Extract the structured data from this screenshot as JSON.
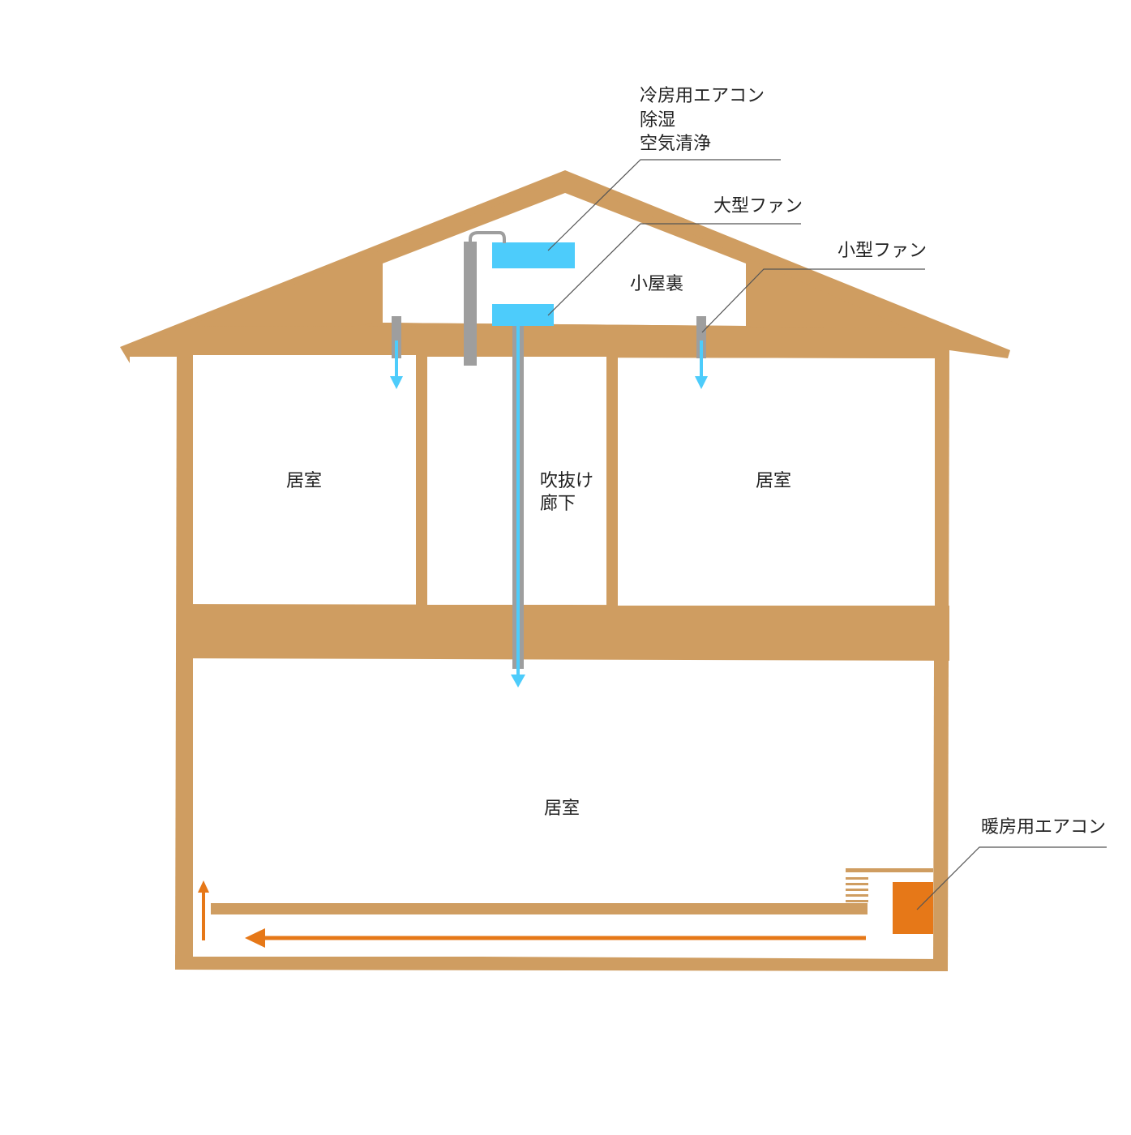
{
  "colors": {
    "wood": "#CF9D61",
    "cool_air": "#4DCCFB",
    "warm_air": "#E67818",
    "duct": "#9E9E9E",
    "background": "#FFFFFF"
  },
  "labels": {
    "cooling_ac_line1": "冷房用エアコン",
    "cooling_ac_line2": "除湿",
    "cooling_ac_line3": "空気清浄",
    "large_fan": "大型ファン",
    "small_fan": "小型ファン",
    "attic": "小屋裏",
    "room_upper_left": "居室",
    "atrium_line1": "吹抜け",
    "atrium_line2": "廊下",
    "room_upper_right": "居室",
    "room_lower": "居室",
    "heating_ac": "暖房用エアコン"
  },
  "icons": {
    "cooling_unit": "cooling-ac-icon",
    "large_fan_unit": "large-fan-icon",
    "small_fan_units": "small-fan-icon",
    "heating_unit": "heating-ac-icon",
    "vent_grille": "vent-grille-icon"
  }
}
